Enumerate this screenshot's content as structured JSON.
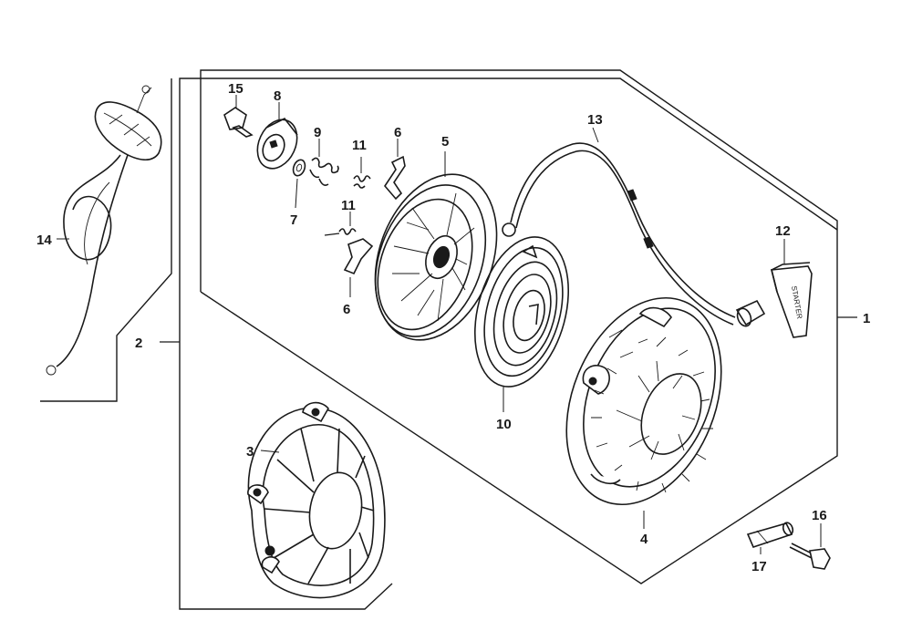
{
  "callouts": [
    {
      "id": "1",
      "text": "1"
    },
    {
      "id": "2",
      "text": "2"
    },
    {
      "id": "3",
      "text": "3"
    },
    {
      "id": "4",
      "text": "4"
    },
    {
      "id": "5",
      "text": "5"
    },
    {
      "id": "6a",
      "text": "6"
    },
    {
      "id": "6b",
      "text": "6"
    },
    {
      "id": "7",
      "text": "7"
    },
    {
      "id": "8",
      "text": "8"
    },
    {
      "id": "9",
      "text": "9"
    },
    {
      "id": "10",
      "text": "10"
    },
    {
      "id": "11a",
      "text": "11"
    },
    {
      "id": "11b",
      "text": "11"
    },
    {
      "id": "12",
      "text": "12"
    },
    {
      "id": "13",
      "text": "13"
    },
    {
      "id": "14",
      "text": "14"
    },
    {
      "id": "15",
      "text": "15"
    },
    {
      "id": "16",
      "text": "16"
    },
    {
      "id": "17",
      "text": "17"
    }
  ],
  "handle_marking": "STARTER",
  "colors": {
    "ink": "#1a1a1a",
    "paper": "#ffffff"
  }
}
